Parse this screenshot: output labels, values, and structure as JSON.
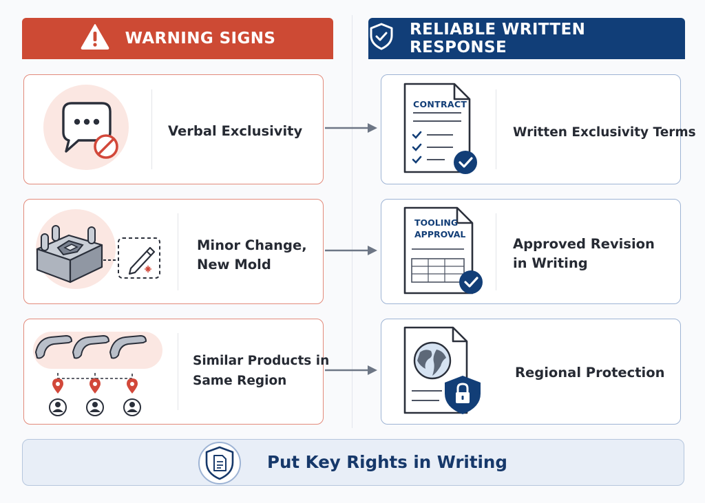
{
  "headers": {
    "warning": "WARNING SIGNS",
    "reliable": "RELIABLE WRITTEN RESPONSE"
  },
  "rows": [
    {
      "warning_label": "Verbal Exclusivity",
      "response_label": "Written Exclusivity Terms",
      "doc_title": "CONTRACT"
    },
    {
      "warning_label_line1": "Minor Change,",
      "warning_label_line2": "New Mold",
      "response_label_line1": "Approved Revision",
      "response_label_line2": "in Writing",
      "doc_title_line1": "TOOLING",
      "doc_title_line2": "APPROVAL"
    },
    {
      "warning_label_line1": "Similar Products in",
      "warning_label_line2": "Same Region",
      "response_label": "Regional Protection"
    }
  ],
  "footer": {
    "text": "Put Key Rights in Writing"
  },
  "icons": {
    "warning_header": "warning-triangle-icon",
    "reliable_header": "shield-check-icon",
    "row1_left": "speech-bubble-prohibited-icon",
    "row1_right": "contract-check-icon",
    "row2_left": "mold-edit-icon",
    "row2_right": "tooling-approval-check-icon",
    "row3_left": "handles-location-users-icon",
    "row3_right": "globe-document-lock-icon",
    "footer": "shield-document-icon"
  },
  "colors": {
    "warning": "#cd4a34",
    "reliable": "#113e78",
    "warning_border": "#e2897a",
    "reliable_border": "#9db3d4",
    "footer_text": "#16386a"
  }
}
